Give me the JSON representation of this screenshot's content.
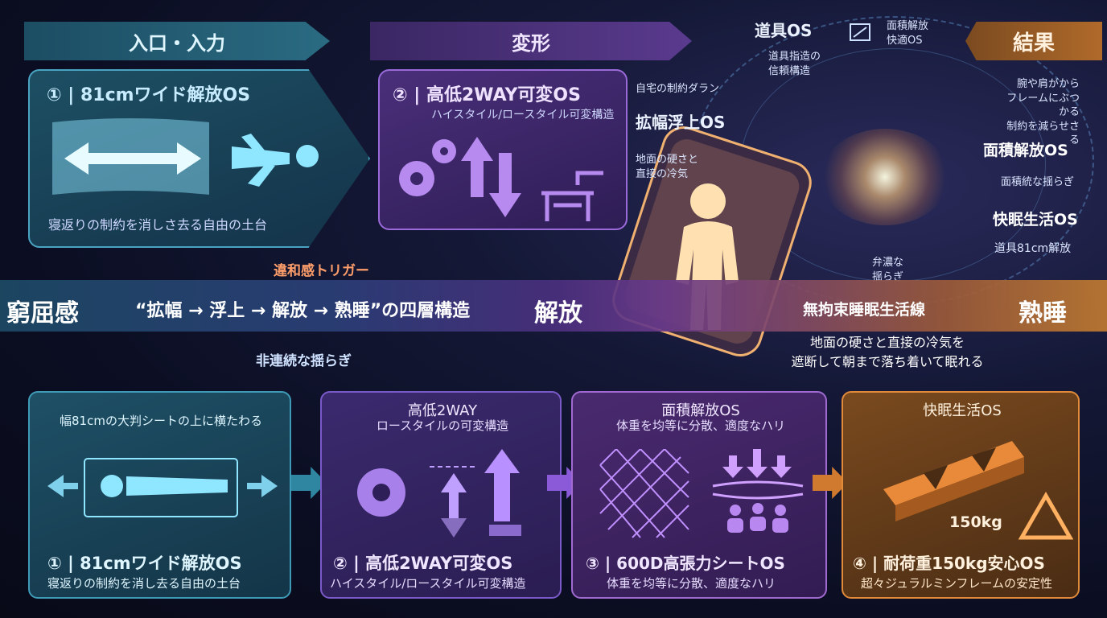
{
  "headers": {
    "input": "入口・入力",
    "transform": "変形",
    "result": "結果"
  },
  "top_left_card": {
    "title": "① | 81cmワイド解放OS",
    "caption": "寝返りの制約を消しさ去る自由の土台"
  },
  "top_mid_card": {
    "title": "② | 高低2WAY可変OS",
    "subtitle": "ハイスタイル/ロースタイル可変構造"
  },
  "center_labels": {
    "home_constraint": "自宅の制約ダラン",
    "widen_float": "拡幅浮上OS",
    "ground_cold": "地面の硬さと\n直接の冷気"
  },
  "top_right": {
    "tool_os": "道具OS",
    "tool_desc": "道具指造の\n信頼構造",
    "area_os_small": "面積解放\n快適OS",
    "result_note": "腕や肩がから\nフレームにぶつかる\n制約を減らせさる",
    "area_os": "面積解放OS",
    "area_desc": "面積統な揺らぎ",
    "sleep_os": "快眠生活OS",
    "tool_81": "道具81cm解放",
    "sway": "弁濃な\n揺らぎ"
  },
  "triggers": {
    "discomfort": "違和感トリガー",
    "discontinuous": "非連続な揺らぎ"
  },
  "band": {
    "left": "窮屈感",
    "middle": "“拡幅 → 浮上 → 解放 → 熟睡”の四層構造",
    "release": "解放",
    "line": "無拘束睡眠生活線",
    "end": "熟睡"
  },
  "band_note": "地面の硬さと直接の冷気を\n遮断して朝まで落ち着いて眠れる",
  "bottom_cards": [
    {
      "header": "幅81cmの大判シートの上に横たわる",
      "title": "① | 81cmワイド解放OS",
      "caption": "寝返りの制約を消し去る自由の土台"
    },
    {
      "header": "高低2WAY",
      "header_sub": "ロースタイルの可変構造",
      "title": "② | 高低2WAY可変OS",
      "caption": "ハイスタイル/ロースタイル可変構造"
    },
    {
      "header": "面積解放OS",
      "header_sub": "体重を均等に分散、適度なハリ",
      "title": "③ | 600D高張力シートOS",
      "caption": "体重を均等に分散、適度なハリ"
    },
    {
      "header": "快眠生活OS",
      "load": "150kg",
      "title": "④ | 耐荷重150kg安心OS",
      "caption": "超々ジュラルミンフレームの安定性"
    }
  ],
  "colors": {
    "teal": "#2a6b82",
    "purple": "#5a3a8e",
    "orange": "#b06a2a",
    "glow": "#ffcc88"
  }
}
